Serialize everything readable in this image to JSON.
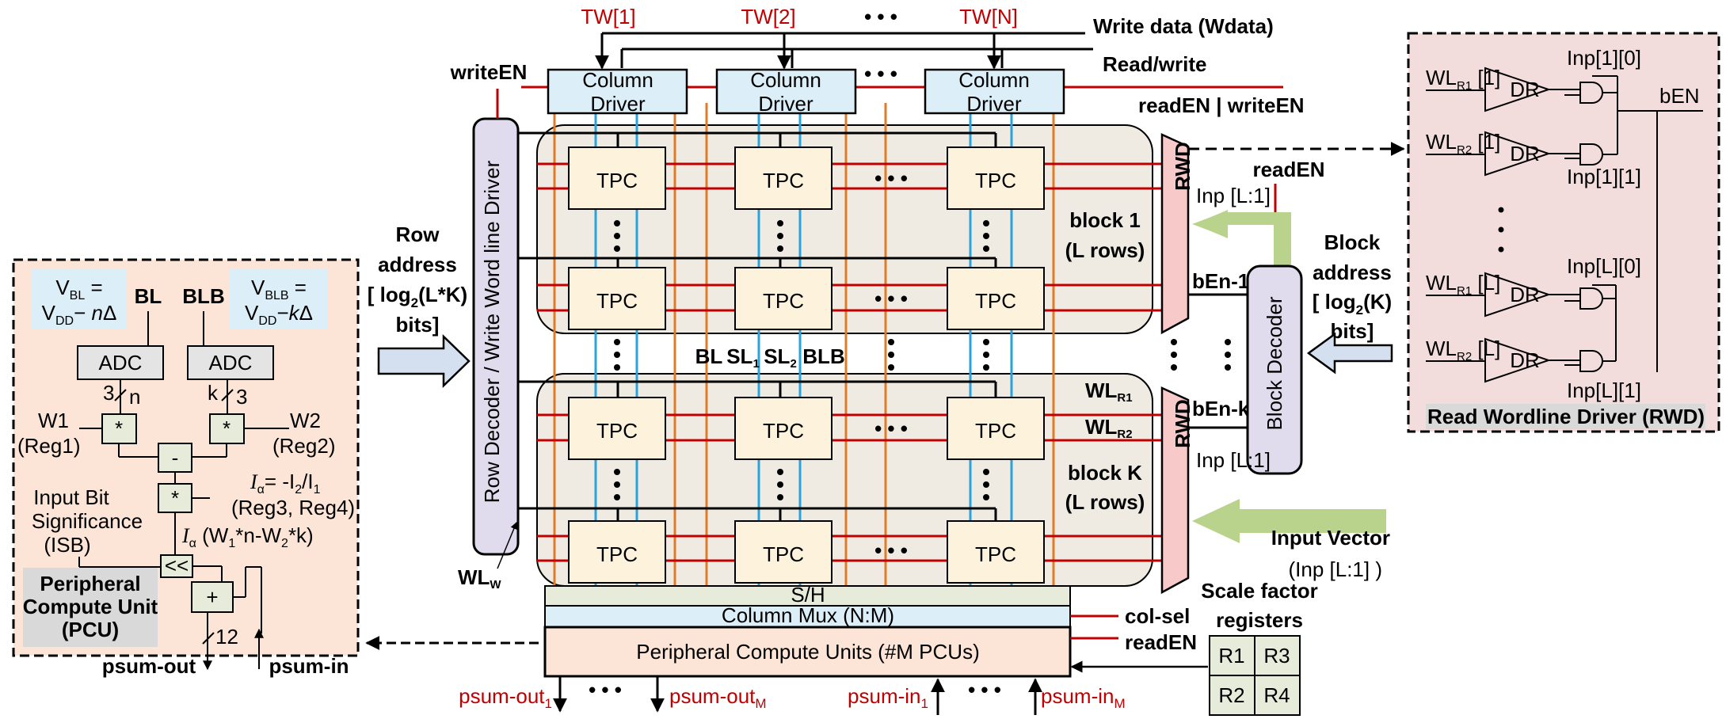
{
  "top": {
    "tw": [
      "TW[1]",
      "TW[2]",
      "TW[N]"
    ],
    "dots": "• • •",
    "write_data": "Write data (Wdata)",
    "read_write": "Read/write",
    "read_write_en": "readEN | writeEN",
    "write_en": "writeEN",
    "column_driver": [
      "Column",
      "Driver"
    ]
  },
  "array": {
    "tpc": "TPC",
    "block1": [
      "block 1",
      "(L rows)"
    ],
    "blockk": [
      "block K",
      "(L rows)"
    ],
    "rwd": "RWD",
    "bl": "BL",
    "sl1": "SL",
    "sl1_sub": "1",
    "sl2": "SL",
    "sl2_sub": "2",
    "blb": "BLB",
    "wl": "WL",
    "wlr1_sub": "R1",
    "wlr2_sub": "R2",
    "wlw_sub": "W",
    "ben1": "bEn-1",
    "benk": "bEn-k",
    "read_en": "readEN",
    "inp": "Inp [L:1]",
    "dots_h": "• • •"
  },
  "left_side": {
    "row_address": [
      "Row",
      "address",
      "[ log",
      "2",
      "(L*K)",
      "bits]"
    ],
    "row_decoder": "Row Decoder / Write Word line  Driver"
  },
  "right_side": {
    "block_address": [
      "Block",
      "address",
      "[ log",
      "2",
      "(K)",
      "bits]"
    ],
    "block_decoder": "Block Decoder",
    "input_vector": [
      "Input Vector",
      "(Inp [L:1] )"
    ]
  },
  "bottom": {
    "sh": "S/H",
    "col_mux": "Column Mux (N:M)",
    "pcus": "Peripheral Compute Units (#M PCUs)",
    "col_sel": "col-sel",
    "read_en": "readEN",
    "scale_factor": [
      "Scale factor",
      "registers"
    ],
    "registers": [
      "R1",
      "R3",
      "R2",
      "R4"
    ],
    "psum_out": "psum-out",
    "psum_out_1": "1",
    "psum_out_m": "M",
    "psum_in": "psum-in",
    "psum_in_1": "1",
    "psum_in_m": "M"
  },
  "pcu": {
    "vbl": [
      "V",
      "BL",
      " =",
      "V",
      "DD",
      "− ",
      "n",
      "Δ"
    ],
    "vblb": [
      "V",
      "BLB",
      " =",
      "V",
      "DD",
      "−",
      "k",
      "Δ"
    ],
    "bl": "BL",
    "blb": "BLB",
    "adc": "ADC",
    "n": "n",
    "k": "k",
    "three": "3",
    "mult": "*",
    "minus": "-",
    "plus": "+",
    "shift": "<<",
    "twelve": "12",
    "w1": [
      "W1",
      "(Reg1)"
    ],
    "w2": [
      "W2",
      "(Reg2)"
    ],
    "ialpha_eq": [
      "I",
      "α",
      "= -I",
      "2",
      "/I",
      "1"
    ],
    "reg34": "(Reg3, Reg4)",
    "input_bit": [
      "Input Bit",
      "Significance",
      "(ISB)"
    ],
    "ialpha_expr": [
      "I",
      "α",
      " (W",
      "1",
      "*n-W",
      "2",
      "*k)"
    ],
    "title": [
      "Peripheral",
      "Compute Unit",
      "(PCU)"
    ],
    "psum_out": "psum-out",
    "psum_in": "psum-in"
  },
  "rwd_panel": {
    "title": "Read Wordline Driver (RWD)",
    "wl": "WL",
    "r1": "R1",
    "r2": "R2",
    "idx1": " [1]",
    "idxl": " [L]",
    "dr": "DR",
    "inp10": "Inp[1][0]",
    "inp11": "Inp[1][1]",
    "inpl0": "Inp[L][0]",
    "inpl1": "Inp[L][1]",
    "ben": "bEN"
  },
  "colors": {
    "red": "#c00000",
    "orange": "#e07b28",
    "blue": "#29a3dc",
    "tpc_fill": "#fdf3dc",
    "block_fill": "#efebe2",
    "driver_fill": "#dceef7",
    "decoder_fill": "#e0dcee",
    "rwd_fill": "#f7c9c9",
    "pcu_fill": "#fce5d6",
    "rwd_panel_fill": "#f3dcdc",
    "green_arrow": "#b9d38c",
    "blue_arrow": "#d4e0ef"
  }
}
